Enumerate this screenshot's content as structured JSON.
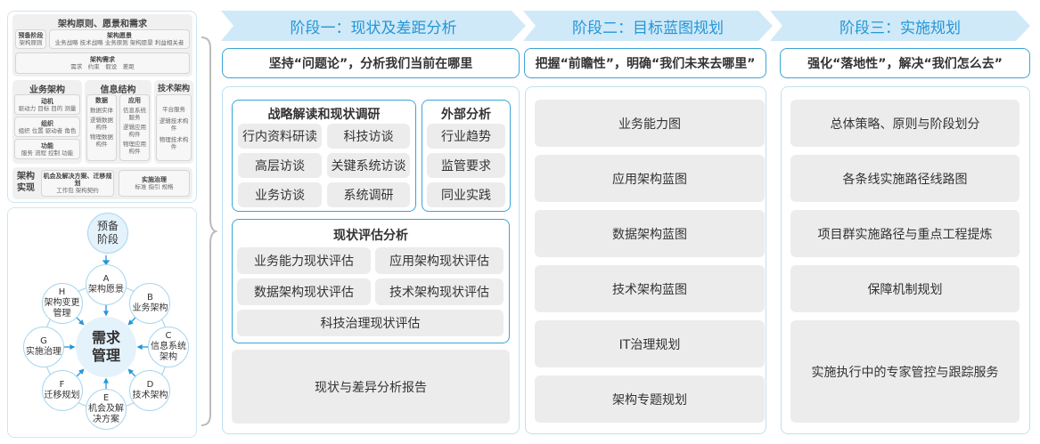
{
  "left_top": {
    "title": "架构原则、愿景和需求",
    "prelim": {
      "title": "预备阶段",
      "items": "架构原则"
    },
    "vision": {
      "title": "架构愿景",
      "items": "业务战略 技术战略 业务原则 架构愿景 利益相关者"
    },
    "req": {
      "title": "架构需求",
      "items": "需求　约束　假设　差距"
    },
    "business": {
      "title": "业务架构",
      "boxes": [
        {
          "t": "动机",
          "d": "驱动力 目标 目的 测量"
        },
        {
          "t": "组织",
          "d": "组织 位置 驱动者 角色"
        },
        {
          "t": "功能",
          "d": "服务 流程 控制 功能"
        }
      ]
    },
    "info": {
      "title": "信息结构",
      "data_title": "数据",
      "data_items": [
        "数据实体",
        "逻辑数据构件",
        "物理数据构件"
      ],
      "app_title": "应用",
      "app_items": [
        "信息系统服务",
        "逻辑应用构件",
        "物理应用构件"
      ]
    },
    "tech": {
      "title": "技术架构",
      "items": [
        "平台服务",
        "逻辑技术构件",
        "物理技术构件"
      ]
    },
    "impl": {
      "title": "架构实现",
      "opp": {
        "t": "机会及解决方案、迁移规划",
        "d": "工作包 架构契约"
      },
      "gov": {
        "t": "实施治理",
        "d": "标准 指引 规格"
      }
    }
  },
  "cycle": {
    "prelim": "预备阶段",
    "center": "需求管理",
    "nodes": [
      {
        "letter": "A",
        "label": "架构愿景"
      },
      {
        "letter": "B",
        "label": "业务架构"
      },
      {
        "letter": "C",
        "label": "信息系统架构"
      },
      {
        "letter": "D",
        "label": "技术架构"
      },
      {
        "letter": "E",
        "label": "机会及解决方案"
      },
      {
        "letter": "F",
        "label": "迁移规划"
      },
      {
        "letter": "G",
        "label": "实施治理"
      },
      {
        "letter": "H",
        "label": "架构变更管理"
      }
    ]
  },
  "stages": [
    {
      "title": "阶段一：现状及差距分析",
      "motto": "坚持“问题论”，分析我们当前在哪里"
    },
    {
      "title": "阶段二：目标蓝图规划",
      "motto": "把握“前瞻性”，明确“我们未来去哪里”"
    },
    {
      "title": "阶段三：实施规划",
      "motto": "强化“落地性”，解决“我们怎么去”"
    }
  ],
  "stage1": {
    "research": {
      "title": "战略解读和现状调研",
      "items": [
        "行内资料研读",
        "科技访谈",
        "高层访谈",
        "关键系统访谈",
        "业务访谈",
        "系统调研"
      ]
    },
    "external": {
      "title": "外部分析",
      "items": [
        "行业趋势",
        "监管要求",
        "同业实践"
      ]
    },
    "assess": {
      "title": "现状评估分析",
      "items": [
        "业务能力现状评估",
        "应用架构现状评估",
        "数据架构现状评估",
        "技术架构现状评估",
        "科技治理现状评估"
      ]
    },
    "report": "现状与差异分析报告"
  },
  "stage2": {
    "items": [
      "业务能力图",
      "应用架构蓝图",
      "数据架构蓝图",
      "技术架构蓝图",
      "IT治理规划",
      "架构专题规划"
    ]
  },
  "stage3": {
    "items": [
      "总体策略、原则与阶段划分",
      "各条线实施路径线路图",
      "项目群实施路径与重点工程提炼",
      "保障机制规划",
      "实施执行中的专家管控与跟踪服务"
    ]
  },
  "colors": {
    "accent": "#2596d6",
    "header_bg": "#cfe9f8",
    "border": "#3aa5d8",
    "item_bg": "#ececec"
  }
}
